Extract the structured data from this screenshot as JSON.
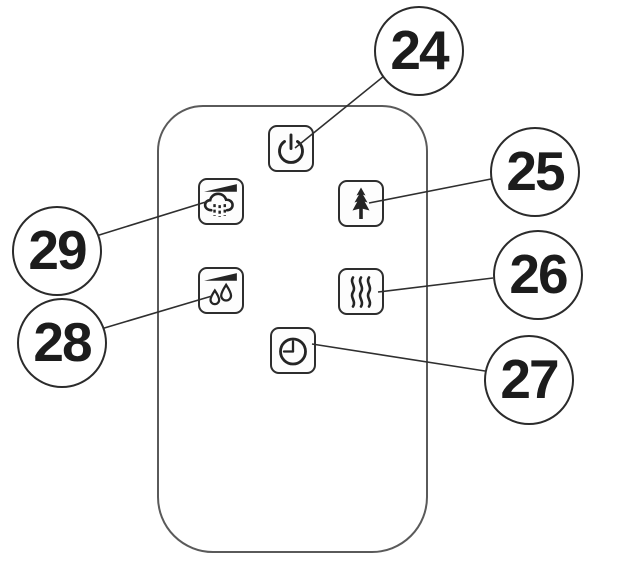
{
  "diagram": {
    "type": "remote-control-callout-diagram",
    "background_color": "#ffffff",
    "leader_line_color": "#2f2f2f",
    "remote": {
      "outline_color": "#5a5a5a",
      "button_outline_color": "#2e2e2e",
      "icon_color": "#242424",
      "buttons": [
        {
          "id": "power",
          "icon": "power-icon",
          "callout_ref": "24"
        },
        {
          "id": "mist",
          "icon": "steam-cloud-icon",
          "callout_ref": "29"
        },
        {
          "id": "tree",
          "icon": "pine-tree-icon",
          "callout_ref": "25"
        },
        {
          "id": "drops",
          "icon": "water-drops-icon",
          "callout_ref": "28"
        },
        {
          "id": "waves",
          "icon": "heat-waves-icon",
          "callout_ref": "26"
        },
        {
          "id": "timer",
          "icon": "timer-clock-icon",
          "callout_ref": "27"
        }
      ]
    },
    "callouts": [
      {
        "number": "24"
      },
      {
        "number": "25"
      },
      {
        "number": "26"
      },
      {
        "number": "27"
      },
      {
        "number": "28"
      },
      {
        "number": "29"
      }
    ]
  }
}
